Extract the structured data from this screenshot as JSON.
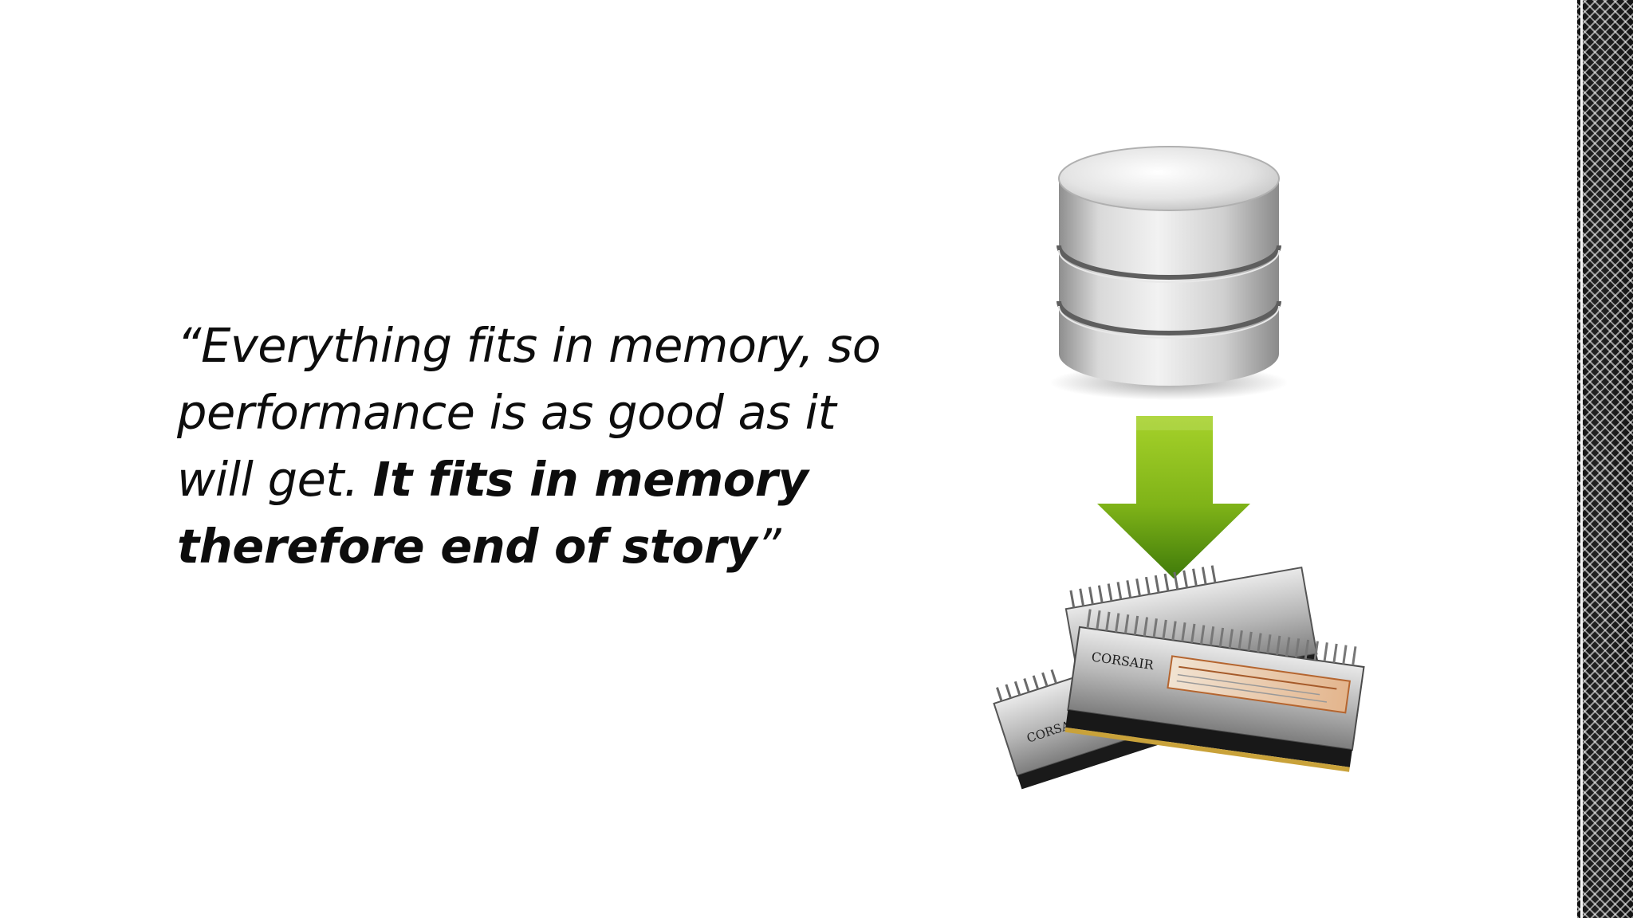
{
  "slide": {
    "quote": {
      "open_quote": "“",
      "normal_part": "Everything fits in memory, so performance is as good as it will get. ",
      "bold_part": "It fits in memory therefore end of story",
      "close_quote": "”"
    },
    "ram_brand_a": "CORSAIR",
    "ram_brand_b": "CORSAIR"
  },
  "icons": [
    "database-icon",
    "down-arrow-icon",
    "ram-modules-image"
  ],
  "colors": {
    "text": "#0d0d0d",
    "arrow_green_light": "#9ccb1e",
    "arrow_green_dark": "#4f8a0d",
    "database_silver": "#c9c9c9",
    "background": "#ffffff"
  }
}
